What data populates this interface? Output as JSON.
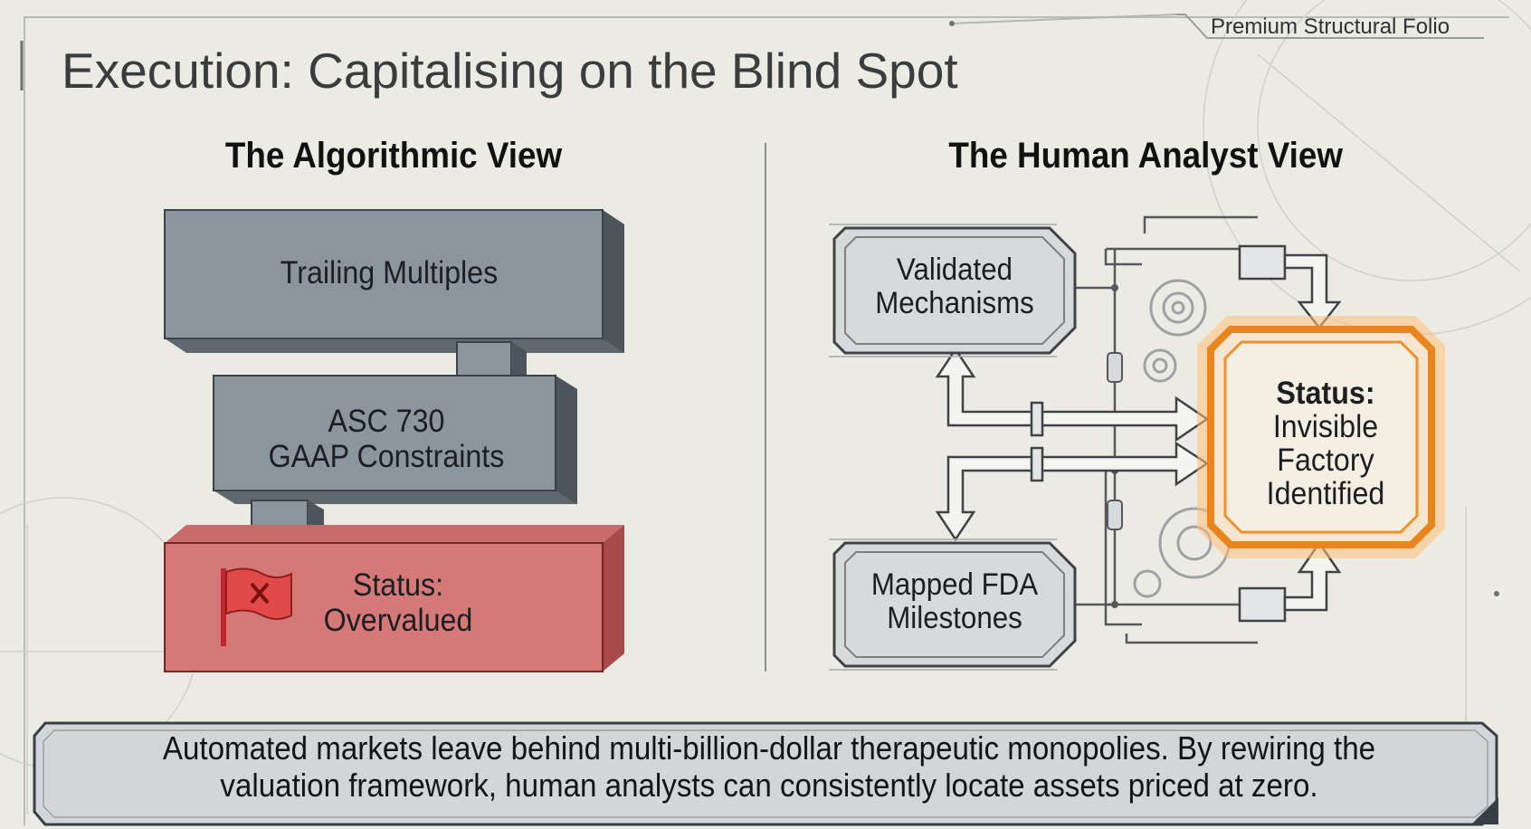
{
  "brand": "Premium Structural Folio",
  "title": "Execution: Capitalising on the Blind Spot",
  "algorithmic_view": {
    "heading": "The Algorithmic View",
    "blocks": [
      {
        "label": "Trailing Multiples"
      },
      {
        "label_line1": "ASC 730",
        "label_line2": "GAAP Constraints"
      },
      {
        "label_line1": "Status:",
        "label_line2": "Overvalued"
      }
    ],
    "colors": {
      "grey_block": "#8b959d",
      "status_block": "#d47878"
    }
  },
  "human_analyst_view": {
    "heading": "The Human Analyst View",
    "nodes": {
      "validated": {
        "line1": "Validated",
        "line2": "Mechanisms"
      },
      "fda": {
        "line1": "Mapped FDA",
        "line2": "Milestones"
      }
    },
    "status": {
      "head": "Status:",
      "line1": "Invisible",
      "line2": "Factory",
      "line3": "Identified"
    },
    "colors": {
      "highlight": "#f0922a",
      "node_fill": "#d7dadd"
    }
  },
  "caption": {
    "line1": "Automated markets leave behind multi-billion-dollar therapeutic monopolies. By rewiring the",
    "line2": "valuation framework, human analysts can consistently locate assets priced at zero."
  }
}
